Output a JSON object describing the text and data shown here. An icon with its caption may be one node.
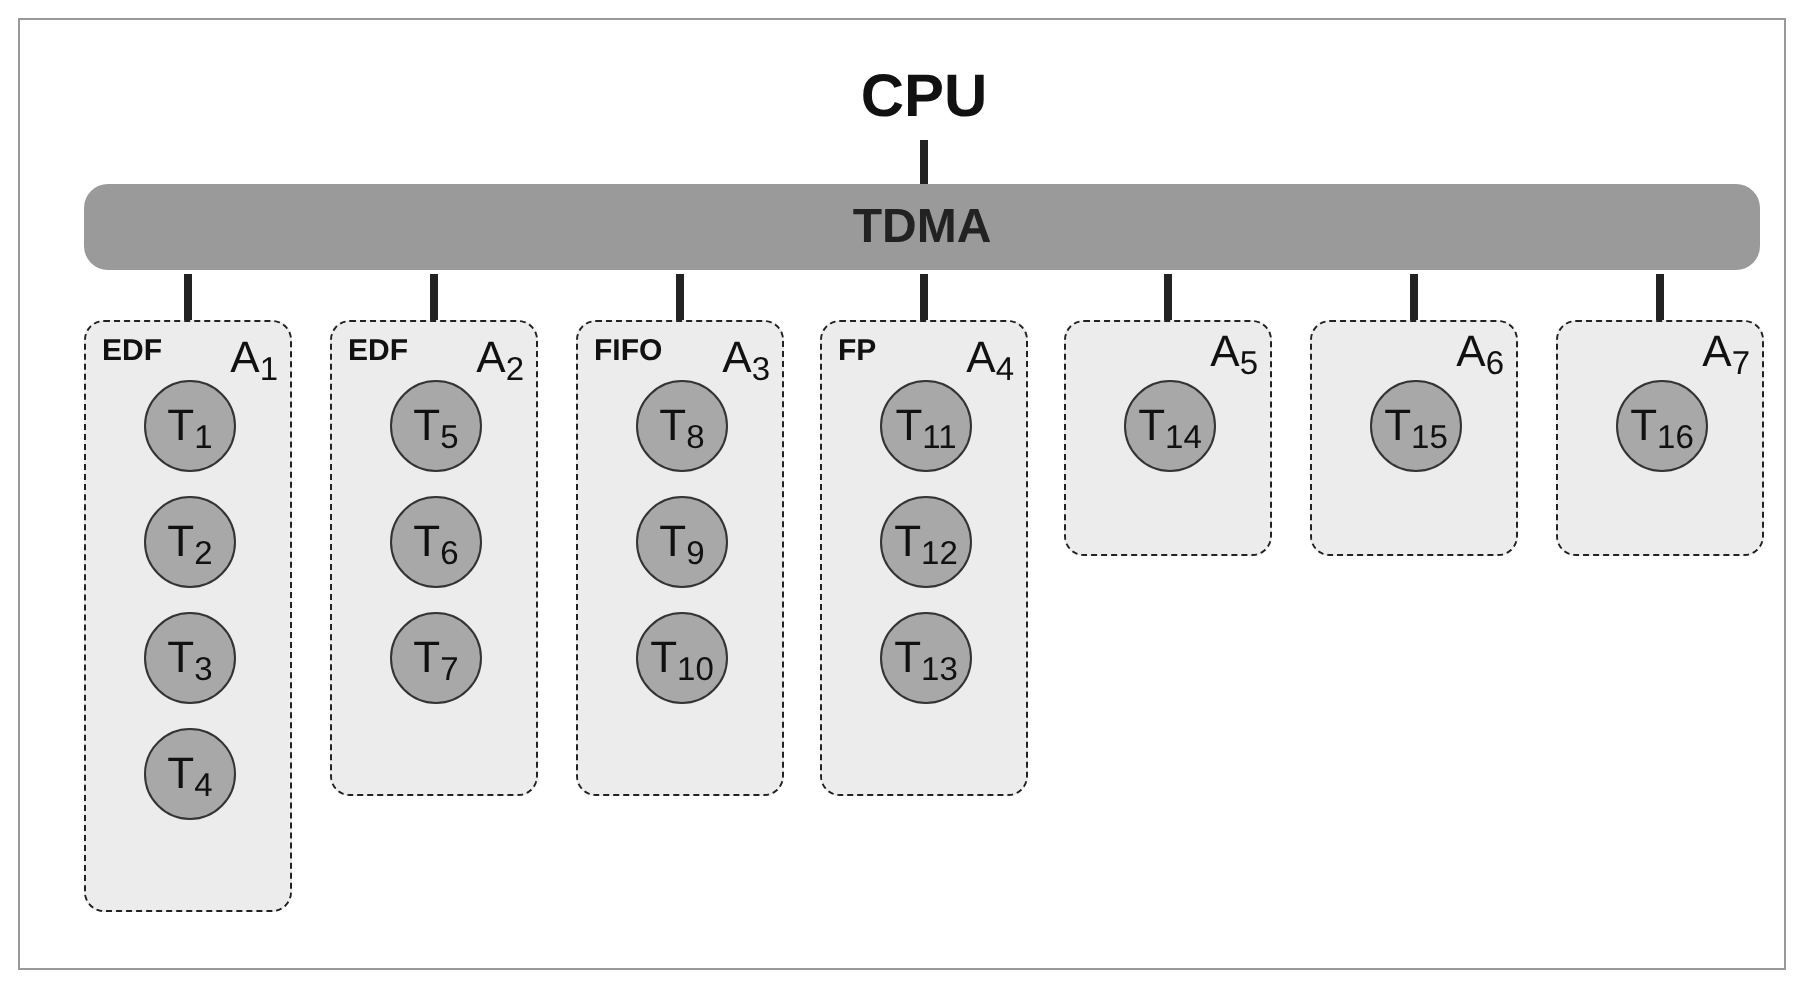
{
  "diagram": {
    "nodes": [
      {
        "text": [
          "CPU"
        ]
      },
      {
        "text": [
          "TDMA"
        ]
      },
      {
        "text": [
          "EDF",
          "A$_{1}$"
        ]
      },
      {
        "text": [
          "T$_{1}$"
        ],
        "in": 2
      },
      {
        "text": [
          "T$_{2}$"
        ],
        "in": 2
      },
      {
        "text": [
          "T$_{3}$"
        ],
        "in": 2
      },
      {
        "text": [
          "T$_{4}$"
        ],
        "in": 2
      },
      {
        "text": [
          "EDF",
          "A$_{2}$"
        ]
      },
      {
        "text": [
          "T$_{5}$"
        ],
        "in": 7
      },
      {
        "text": [
          "T$_{6}$"
        ],
        "in": 7
      },
      {
        "text": [
          "T$_{7}$"
        ],
        "in": 7
      },
      {
        "text": [
          "FIFO",
          "A$_{3}$"
        ]
      },
      {
        "text": [
          "T$_{8}$"
        ],
        "in": 11
      },
      {
        "text": [
          "T$_{9}$"
        ],
        "in": 11
      },
      {
        "text": [
          "T$_{10}$"
        ],
        "in": 11
      },
      {
        "text": [
          "FP",
          "A$_{4}$"
        ]
      },
      {
        "text": [
          "T$_{11}$"
        ],
        "in": 15
      },
      {
        "text": [
          "T$_{12}$"
        ],
        "in": 15
      },
      {
        "text": [
          "T$_{13}$"
        ],
        "in": 15
      },
      {
        "text": [
          "A$_{5}$"
        ]
      },
      {
        "text": [
          "T$_{14}$"
        ],
        "in": 19
      },
      {
        "text": [
          "A$_{6}$"
        ]
      },
      {
        "text": [
          "T$_{15}$"
        ],
        "in": 21
      },
      {
        "text": [
          "A$_{7}$"
        ]
      },
      {
        "text": [
          "T$_{16}$"
        ],
        "in": 23
      }
    ],
    "edges": [
      {
        "from": 0,
        "to": 1,
        "arrow": "none"
      },
      {
        "from": 1,
        "to": 2,
        "arrow": "none"
      },
      {
        "from": 1,
        "to": 7,
        "arrow": "none"
      },
      {
        "from": 1,
        "to": 11,
        "arrow": "none"
      },
      {
        "from": 1,
        "to": 15,
        "arrow": "none"
      },
      {
        "from": 1,
        "to": 19,
        "arrow": "none"
      },
      {
        "from": 1,
        "to": 21,
        "arrow": "none"
      },
      {
        "from": 1,
        "to": 23,
        "arrow": "none"
      }
    ]
  }
}
